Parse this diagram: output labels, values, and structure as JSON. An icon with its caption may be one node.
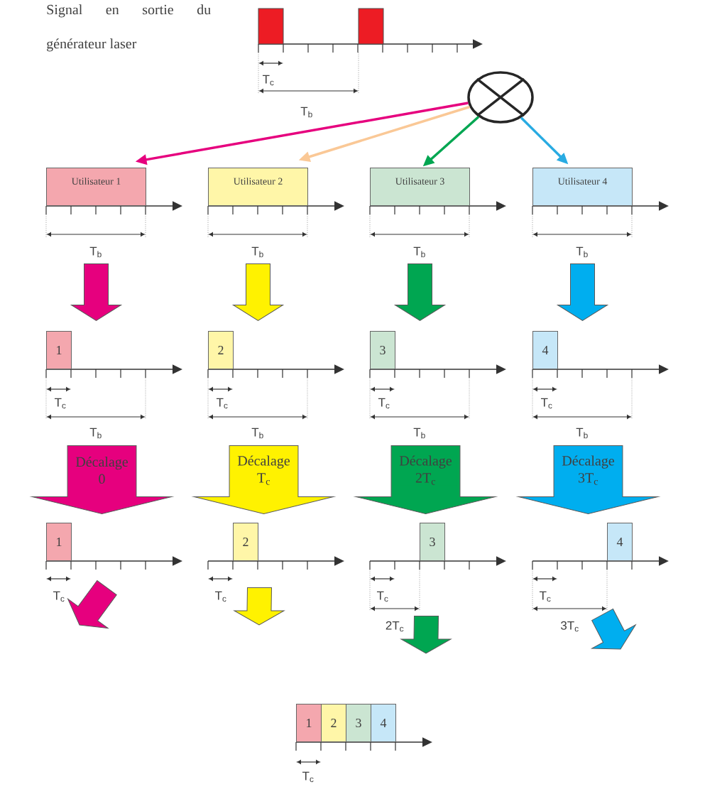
{
  "diagram": {
    "nodes": [
      {
        "text": [],
        "shape": "circle"
      },
      {
        "text": [
          "Utilisateur 1"
        ],
        "beside": [
          "T$_{b}$"
        ]
      },
      {
        "text": [
          "Utilisateur 2"
        ],
        "beside": [
          "T$_{b}$"
        ]
      },
      {
        "text": [
          "Utilisateur 3"
        ],
        "beside": [
          "T$_{b}$"
        ]
      },
      {
        "text": [
          "Utilisateur 4"
        ],
        "beside": [
          "T$_{b}$"
        ]
      },
      {
        "text": [
          "1"
        ],
        "beside": [
          "T$_{c}$",
          "T$_{b}$"
        ]
      },
      {
        "text": [
          "2"
        ],
        "beside": [
          "T$_{c}$",
          "T$_{b}$"
        ]
      },
      {
        "text": [
          "3"
        ],
        "beside": [
          "T$_{c}$",
          "T$_{b}$"
        ]
      },
      {
        "text": [
          "4"
        ],
        "beside": [
          "T$_{c}$",
          "T$_{b}$"
        ]
      },
      {
        "text": [
          "1"
        ],
        "beside": [
          "T$_{c}$"
        ]
      },
      {
        "text": [
          "2"
        ],
        "beside": [
          "T$_{c}$"
        ]
      },
      {
        "text": [
          "3"
        ],
        "beside": [
          "2T$_{c}$"
        ]
      },
      {
        "text": [
          "4"
        ],
        "beside": [
          "3T$_{c}$"
        ]
      },
      {
        "text": [
          "1"
        ],
        "beside": [
          "T$_{c}$"
        ]
      },
      {
        "text": [
          "2"
        ]
      },
      {
        "text": [
          "3"
        ]
      },
      {
        "text": [
          "4"
        ]
      }
    ],
    "edges": [
      {
        "from": 0,
        "to": 1,
        "arrow": "to",
        "color": "#e6007e"
      },
      {
        "from": 0,
        "to": 2,
        "arrow": "to",
        "color": "#fac896"
      },
      {
        "from": 0,
        "to": 3,
        "arrow": "to",
        "color": "#00a651"
      },
      {
        "from": 0,
        "to": 4,
        "arrow": "to",
        "color": "#29abe2"
      },
      {
        "from": 1,
        "to": 5,
        "arrow": "to",
        "color": "#e6007e"
      },
      {
        "from": 2,
        "to": 6,
        "arrow": "to",
        "color": "#fff200"
      },
      {
        "from": 3,
        "to": 7,
        "arrow": "to",
        "color": "#00a651"
      },
      {
        "from": 4,
        "to": 8,
        "arrow": "to",
        "color": "#00aeef"
      },
      {
        "from": 5,
        "to": 9,
        "arrow": "to",
        "style": "thick",
        "color": "#e6007e",
        "label": "Décalage 0"
      },
      {
        "from": 6,
        "to": 10,
        "arrow": "to",
        "style": "thick",
        "color": "#fff200",
        "label": "Décalage T$_{c}$"
      },
      {
        "from": 7,
        "to": 11,
        "arrow": "to",
        "style": "thick",
        "color": "#00a651",
        "label": "Décalage 2T$_{c}$"
      },
      {
        "from": 8,
        "to": 12,
        "arrow": "to",
        "style": "thick",
        "color": "#00aeef",
        "label": "Décalage 3T$_{c}$"
      },
      {
        "from": 9,
        "to": null,
        "arrow": "to",
        "color": "#e6007e"
      },
      {
        "from": 10,
        "to": null,
        "arrow": "to",
        "color": "#fff200"
      },
      {
        "from": 11,
        "to": null,
        "arrow": "to",
        "color": "#00a651"
      },
      {
        "from": 12,
        "to": null,
        "arrow": "to",
        "color": "#00aeef"
      }
    ],
    "labels": [
      "Signal en sortie du générateur laser",
      "T$_{c}$",
      "T$_{b}$",
      "T$_{c}$",
      "T$_{c}$"
    ]
  }
}
